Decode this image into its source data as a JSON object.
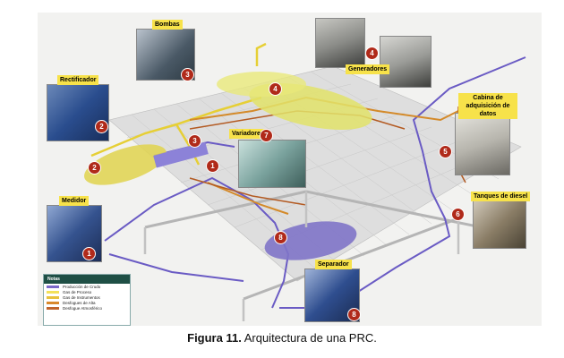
{
  "labels": {
    "bombas": "Bombas",
    "generadores": "Generadores",
    "rectificador": "Rectificador",
    "cabina": "Cabina de adquisición de datos",
    "variadores": "Variadores",
    "medidor": "Medidor",
    "tanques": "Tanques de diesel",
    "separador": "Separador"
  },
  "markers": [
    "1",
    "2",
    "3",
    "4",
    "5",
    "6",
    "7",
    "8"
  ],
  "legend": {
    "title": "Notas",
    "items": [
      {
        "label": "Producción de Crudo",
        "color": "#7b68c9"
      },
      {
        "label": "Gas de Proceso",
        "color": "#f3e15a"
      },
      {
        "label": "Gas de Instrumentos",
        "color": "#e8c23c"
      },
      {
        "label": "Desfogues de Alta",
        "color": "#d9892b"
      },
      {
        "label": "Desfogue Atmosférico",
        "color": "#c0642a"
      }
    ]
  },
  "caption": {
    "prefix": "Figura 11.",
    "text": " Arquitectura de una PRC."
  }
}
